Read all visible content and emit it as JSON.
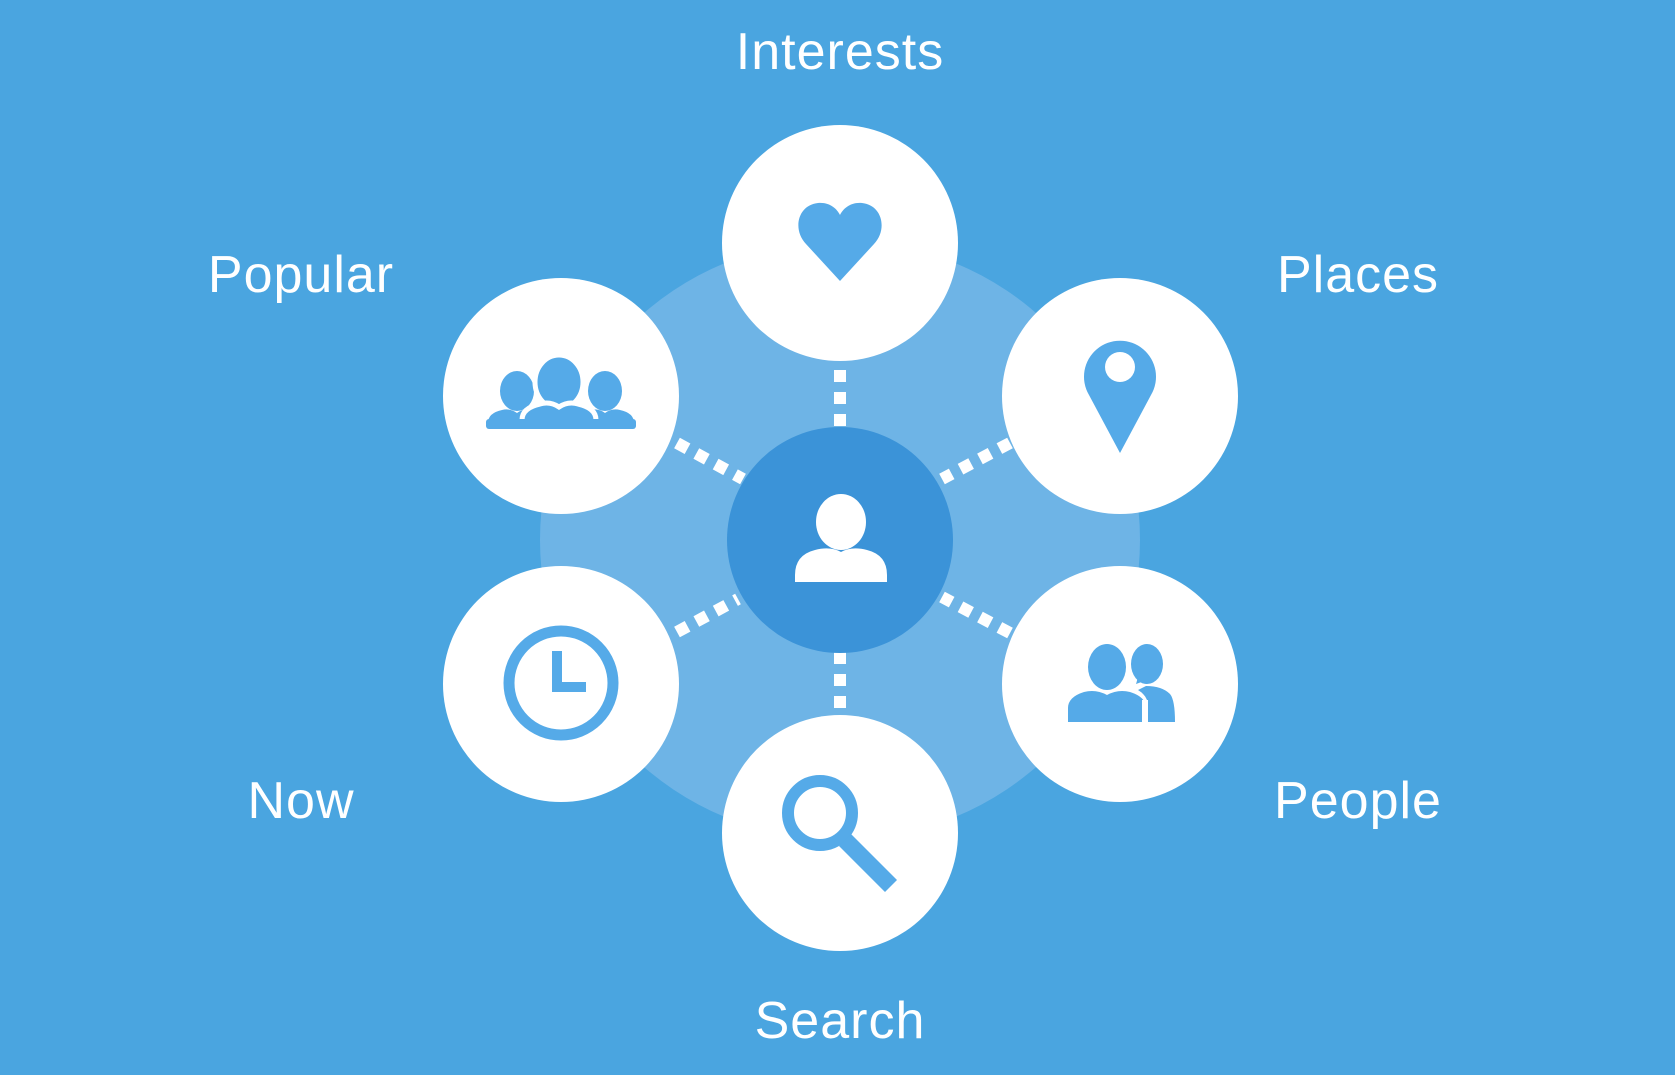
{
  "colors": {
    "background": "#4aa5e0",
    "halo": "#6eb4e6",
    "center": "#3b93d8",
    "node": "#ffffff",
    "icon": "#55aae8",
    "connector": "#ffffff"
  },
  "center": {
    "icon": "user-icon"
  },
  "nodes": [
    {
      "id": "interests",
      "label": "Interests",
      "icon": "heart-icon"
    },
    {
      "id": "places",
      "label": "Places",
      "icon": "map-pin-icon"
    },
    {
      "id": "people",
      "label": "People",
      "icon": "two-people-icon"
    },
    {
      "id": "search",
      "label": "Search",
      "icon": "magnifier-icon"
    },
    {
      "id": "now",
      "label": "Now",
      "icon": "clock-icon"
    },
    {
      "id": "popular",
      "label": "Popular",
      "icon": "group-icon"
    }
  ]
}
